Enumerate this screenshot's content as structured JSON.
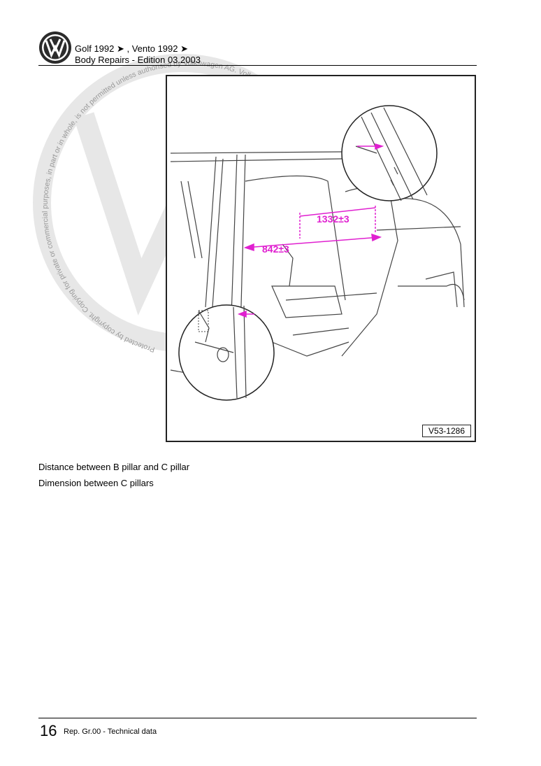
{
  "header": {
    "line1": "Golf 1992 ➤ , Vento 1992 ➤",
    "line2": "Body Repairs - Edition 03.2003"
  },
  "watermark": {
    "text": "Protected by copyright. Copying for private or commercial purposes, in part or in whole, is not permitted unless authorised by Volkswagen AG. Volkswagen AG does not guarantee or accept any liability with respect to the correctness of information in this document. The copyright in this document is held by Volkswagen AG."
  },
  "figure": {
    "id": "V53-1286",
    "dimension_c_pillars": "1332±3",
    "dimension_b_to_c": "842±3",
    "dimension_color": "#e020d0"
  },
  "descriptions": [
    "Distance between B pillar and C pillar",
    "Dimension between C pillars"
  ],
  "footer": {
    "page_number": "16",
    "section": "Rep. Gr.00 - Technical data"
  },
  "colors": {
    "logo_fill": "#2b2b2b",
    "watermark_fill": "#d9d9d9"
  }
}
